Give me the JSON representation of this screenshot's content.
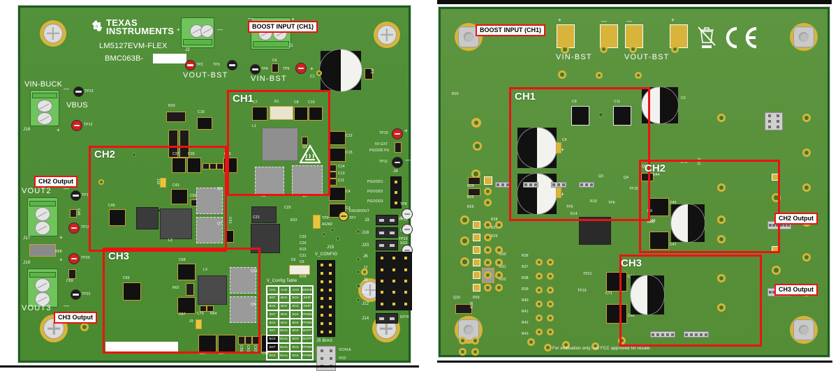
{
  "page": {
    "title": "LM5127EVM-FLEX board photos with channel annotations",
    "background_color": "#ffffff",
    "pcb_color": "#4e8b33",
    "annotation_color": "#ee1111"
  },
  "left_board": {
    "view": "top",
    "brand": {
      "line1": "TEXAS",
      "line2": "INSTRUMENTS",
      "part_number": "LM5127EVM-FLEX",
      "assembly": "BMC063B-"
    },
    "channel_captions": {
      "ch1": "CH1",
      "ch2": "CH2",
      "ch3": "CH3"
    },
    "annotations": [
      {
        "label": "BOOST INPUT (CH1)"
      },
      {
        "label": "CH2 Output"
      },
      {
        "label": "CH3 Output"
      }
    ],
    "connectors": {
      "vin_buck": "VIN-BUCK",
      "vbus": "VBUS",
      "vout_bst": "VOUT-BST",
      "vin_bst": "VIN-BST",
      "vout2": "VOUT2",
      "vout3": "VOUT3",
      "j16": "J16",
      "j17": "J17",
      "j19": "J19",
      "j1": "J1",
      "j2": "J2"
    },
    "test_points": [
      "TP13",
      "TP12",
      "TP2",
      "TP3",
      "TP4",
      "TP5",
      "TP14",
      "TP15",
      "TP20",
      "TP22",
      "TP10",
      "TP11",
      "TP9",
      "TP7",
      "TP8",
      "TP18",
      "TP23"
    ],
    "tp_labels": {
      "tp9": "TP9",
      "tp9_net": "AGND",
      "tp7": "TP7",
      "tp7_net": "DIS/SHOUT",
      "pgood_pullup_1": "5V EXT",
      "pgood_pullup_2": "PGOOD PU"
    },
    "headers": {
      "j4_title": "J4",
      "j4_pins": [
        "PGOOD1",
        "PGOOD2",
        "PGOOD3"
      ],
      "j15_title": "J15",
      "j15_name": "V_CONFIG",
      "j5_title": "J5 BIAS",
      "j5_pins": [
        "VCH1A",
        "VO2",
        "VO3"
      ],
      "ss_rows": [
        {
          "jumper": "J3",
          "net": "SS1"
        },
        {
          "jumper": "J18",
          "net": "SS2"
        },
        {
          "jumper": "J20",
          "net": "SS3"
        }
      ],
      "en_rows": [
        {
          "jumper": "J6",
          "net": "EN1"
        },
        {
          "jumper": "J7",
          "net": "EN2"
        },
        {
          "jumper": "J8",
          "net": "EN3"
        },
        {
          "jumper": "J13",
          "net": "RES"
        },
        {
          "jumper": "J12",
          "net": "SYNC"
        }
      ],
      "dith_row": {
        "jumper": "J14",
        "net": "DITH"
      }
    },
    "v_config_table": {
      "title": "V_Config Table",
      "columns": [
        "CH1",
        "CH2",
        "CH3",
        "MODE"
      ],
      "rows": [
        [
          "BST",
          "BCK",
          "BCK",
          "SKIP"
        ],
        [
          "BCK",
          "BCK",
          "BCK",
          "SKIP"
        ],
        [
          "BST",
          "BCK",
          "BCK",
          "FPWM"
        ],
        [
          "BCK",
          "BCK",
          "BCK",
          "FPWM"
        ],
        [
          "BST",
          "DUAL",
          "BCK",
          "SK/FP"
        ],
        [
          "BCK",
          "DUAL",
          "BCK",
          "SK/FP"
        ],
        [
          "BST",
          "DUAL",
          "BCK",
          "FPWM"
        ],
        [
          "BCK",
          "DUAL",
          "BCK",
          "FPWM"
        ]
      ]
    },
    "reference_designators": [
      "C1",
      "C2",
      "C6",
      "C7",
      "C8",
      "C10",
      "C12",
      "C13",
      "C14",
      "C15",
      "C19",
      "C21",
      "C22",
      "C25",
      "C26",
      "C31",
      "C32",
      "C34",
      "C35",
      "C36",
      "C37",
      "C38",
      "C39",
      "C40",
      "C41",
      "C42",
      "C43",
      "C44",
      "C45",
      "C46",
      "C48",
      "C50",
      "C56",
      "C57",
      "C58",
      "C59",
      "C61",
      "C63",
      "C66",
      "C67",
      "C68",
      "C70",
      "C69",
      "C72",
      "R1",
      "R2",
      "R3",
      "R10",
      "R15",
      "R22",
      "R28",
      "R33",
      "R44",
      "R47",
      "R48",
      "R53",
      "R54",
      "R58",
      "R62",
      "R64",
      "R70",
      "L1",
      "L2",
      "L3",
      "Q1",
      "Q2",
      "Q5",
      "Q7",
      "Q9",
      "Q11",
      "D1",
      "D2",
      "D4",
      "U1",
      "J9",
      "J10",
      "J11"
    ]
  },
  "right_board": {
    "view": "bottom",
    "channel_captions": {
      "ch1": "CH1",
      "ch2": "CH2",
      "ch3": "CH3"
    },
    "annotations": [
      {
        "label": "BOOST INPUT (CH1)"
      },
      {
        "label": "CH2 Output"
      },
      {
        "label": "CH3 Output"
      }
    ],
    "connectors": {
      "vin_bst": "VIN-BST",
      "vout_bst": "VOUT-BST"
    },
    "marks": {
      "weee": "weee-crossed-bin-icon",
      "ce": "CE"
    },
    "footer_note": "For evaluation only; not FCC approved for resale.",
    "reference_designators": [
      "C3",
      "C4",
      "C5",
      "C9",
      "C11",
      "C45",
      "C46",
      "C47",
      "C48",
      "C64",
      "C65",
      "C71",
      "C72",
      "R24",
      "R25",
      "R26",
      "R28",
      "R29",
      "R30",
      "R31",
      "R32",
      "R34",
      "R36",
      "R37",
      "R38",
      "R39",
      "R40",
      "R41",
      "R42",
      "R43",
      "R44",
      "R49",
      "R59",
      "R61",
      "R63",
      "Q3",
      "Q4",
      "Q6",
      "Q8",
      "Q10",
      "Q12",
      "TP5",
      "TP6",
      "TP16",
      "TP19",
      "TP21"
    ]
  }
}
